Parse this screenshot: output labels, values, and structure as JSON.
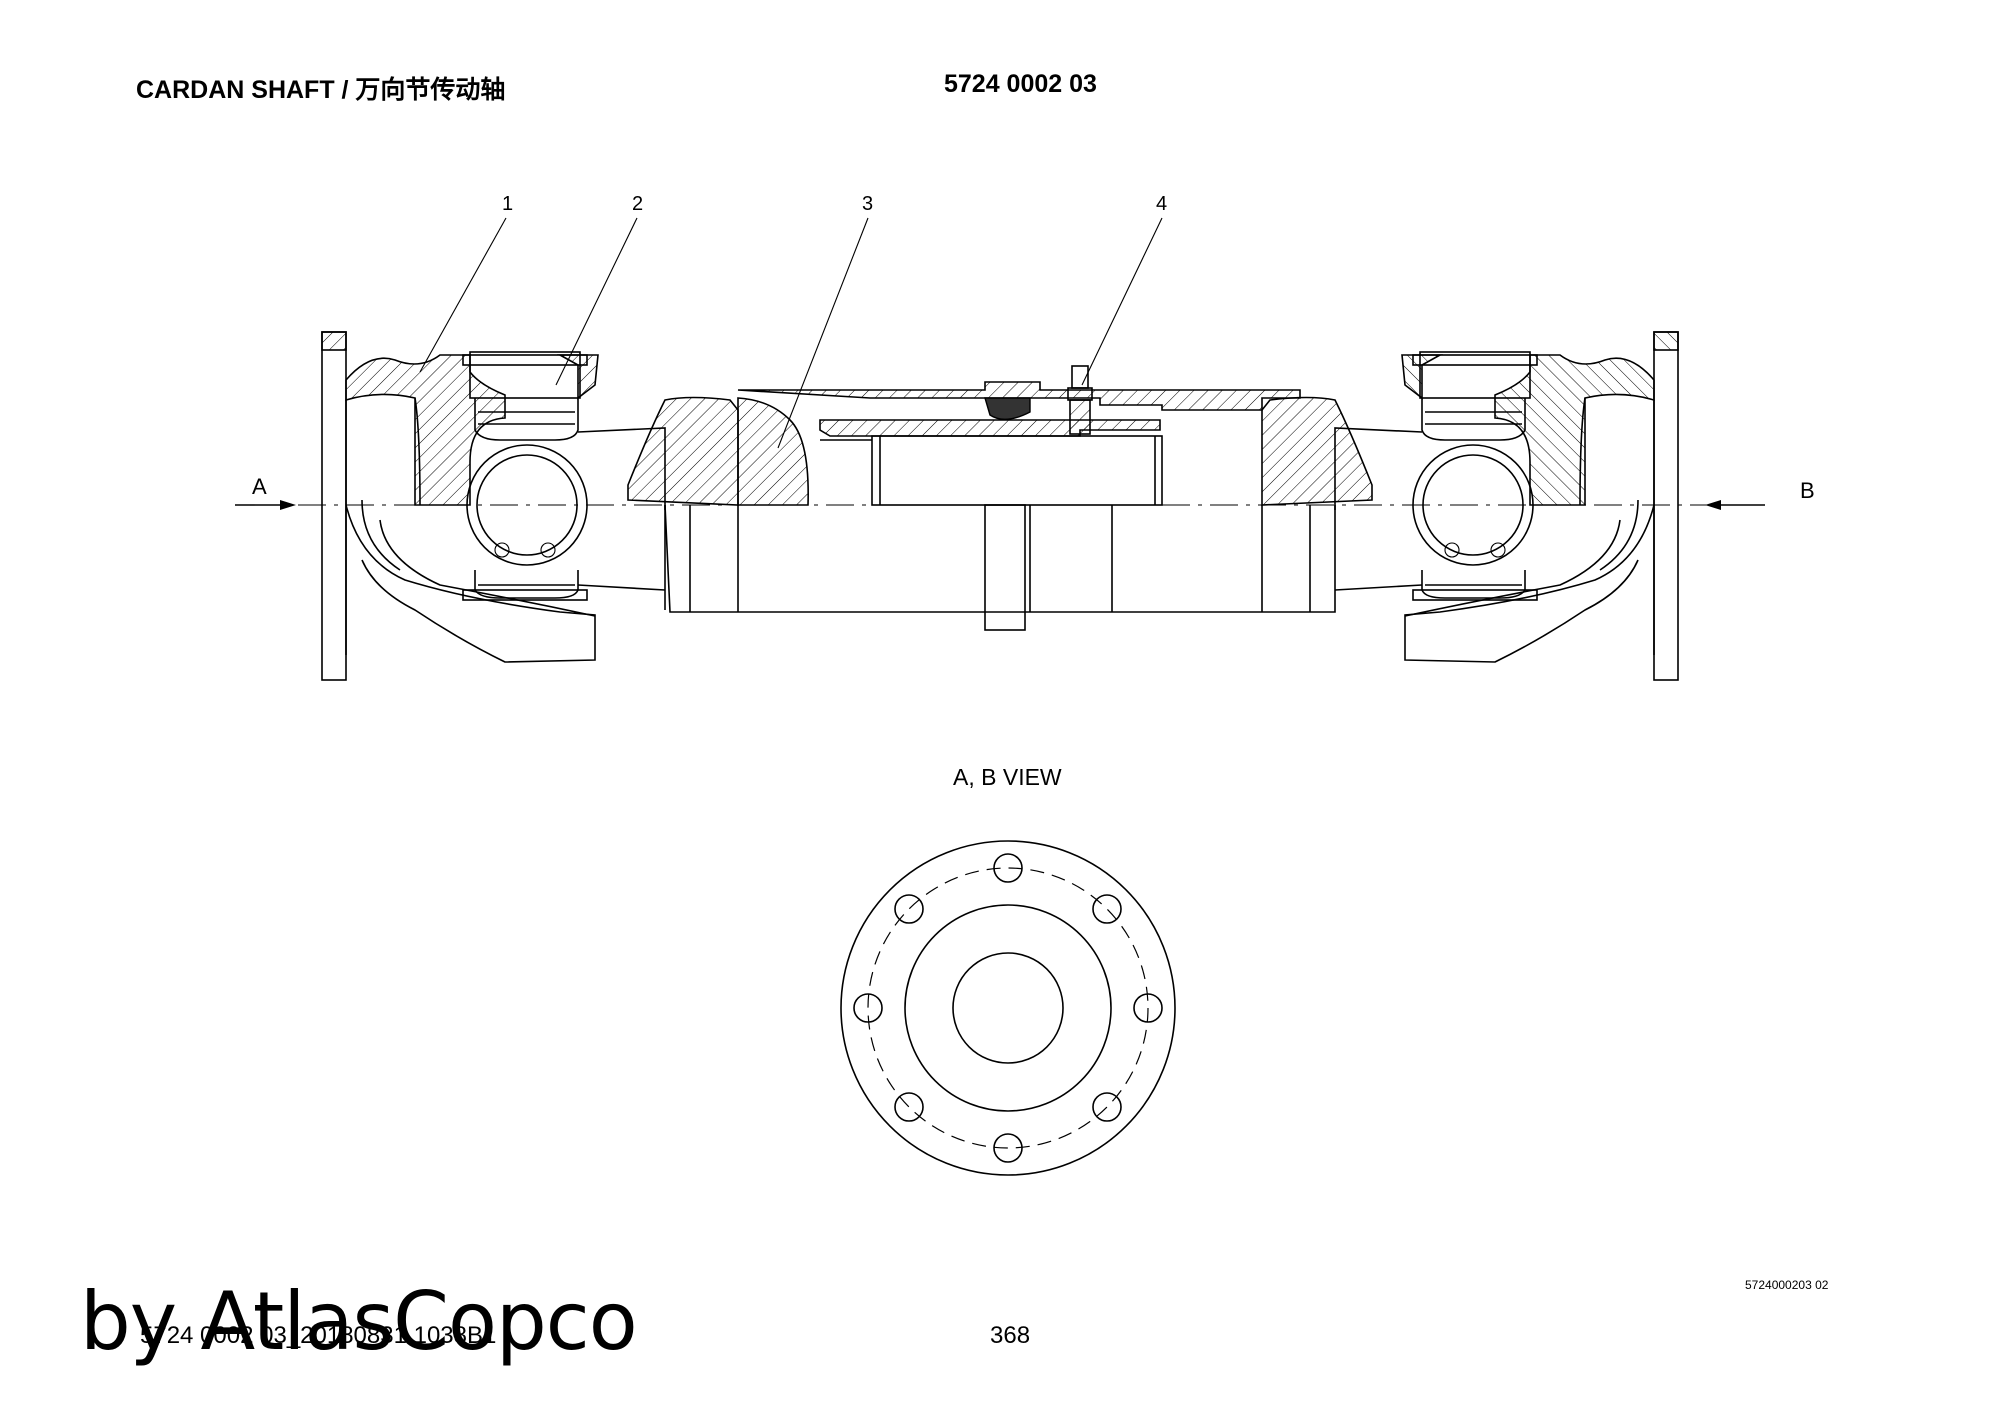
{
  "header": {
    "title": "CARDAN SHAFT / 万向节传动轴",
    "part_number": "5724 0002 03"
  },
  "drawing": {
    "callouts": [
      {
        "label": "1"
      },
      {
        "label": "2"
      },
      {
        "label": "3"
      },
      {
        "label": "4"
      }
    ],
    "arrow_a_label": "A",
    "arrow_b_label": "B",
    "view_label": "A, B  VIEW",
    "drawing_ref": "5724000203 02"
  },
  "footer": {
    "document_id": "5724 0002 03_20180831 1038B1",
    "page_number": "368",
    "watermark": "by AtlasCopco"
  }
}
